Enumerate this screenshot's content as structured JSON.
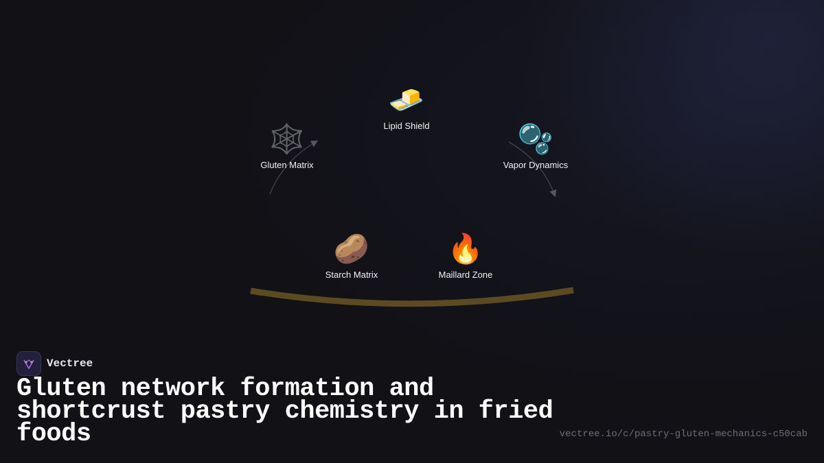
{
  "diagram": {
    "nodes": [
      {
        "label": "Lipid Shield",
        "icon": "🧈",
        "icon_name": "butter-icon"
      },
      {
        "label": "Gluten Matrix",
        "icon": "🕸️",
        "icon_name": "spider-web-icon"
      },
      {
        "label": "Vapor Dynamics",
        "icon": "🫧",
        "icon_name": "bubbles-icon"
      },
      {
        "label": "Starch Matrix",
        "icon": "🥔",
        "icon_name": "potato-icon"
      },
      {
        "label": "Maillard Zone",
        "icon": "🔥",
        "icon_name": "fire-icon"
      }
    ],
    "colors": {
      "arc": "#5c4a22",
      "arrow": "#4a4a52",
      "background": "#111116"
    }
  },
  "brand": {
    "name": "Vectree",
    "accent": "#b06ae0"
  },
  "title": "Gluten network formation and shortcrust pastry chemistry in fried foods",
  "url": "vectree.io/c/pastry-gluten-mechanics-c50cab"
}
